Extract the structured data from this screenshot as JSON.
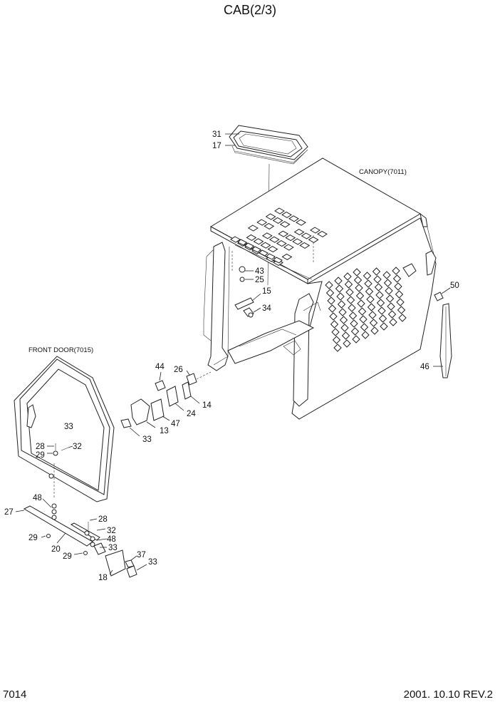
{
  "title": "CAB(2/3)",
  "footer": {
    "page_code": "7014",
    "date_rev": "2001. 10.10  REV.2"
  },
  "captions": {
    "canopy": "CANOPY(7011)",
    "front_door": "FRONT DOOR(7015)"
  },
  "callouts": {
    "c31": "31",
    "c17": "17",
    "c43": "43",
    "c25": "25",
    "c15": "15",
    "c34": "34",
    "c50": "50",
    "c46": "46",
    "c44": "44",
    "c26": "26",
    "c14": "14",
    "c24": "24",
    "c47": "47",
    "c13": "13",
    "c33a": "33",
    "c33b": "33",
    "c28a": "28",
    "c29a": "29",
    "c32a": "32",
    "c48a": "48",
    "c27": "27",
    "c29b": "29",
    "c20": "20",
    "c29c": "29",
    "c28b": "28",
    "c32b": "32",
    "c48b": "48",
    "c33c": "33",
    "c37": "37",
    "c33d": "33",
    "c18": "18"
  }
}
